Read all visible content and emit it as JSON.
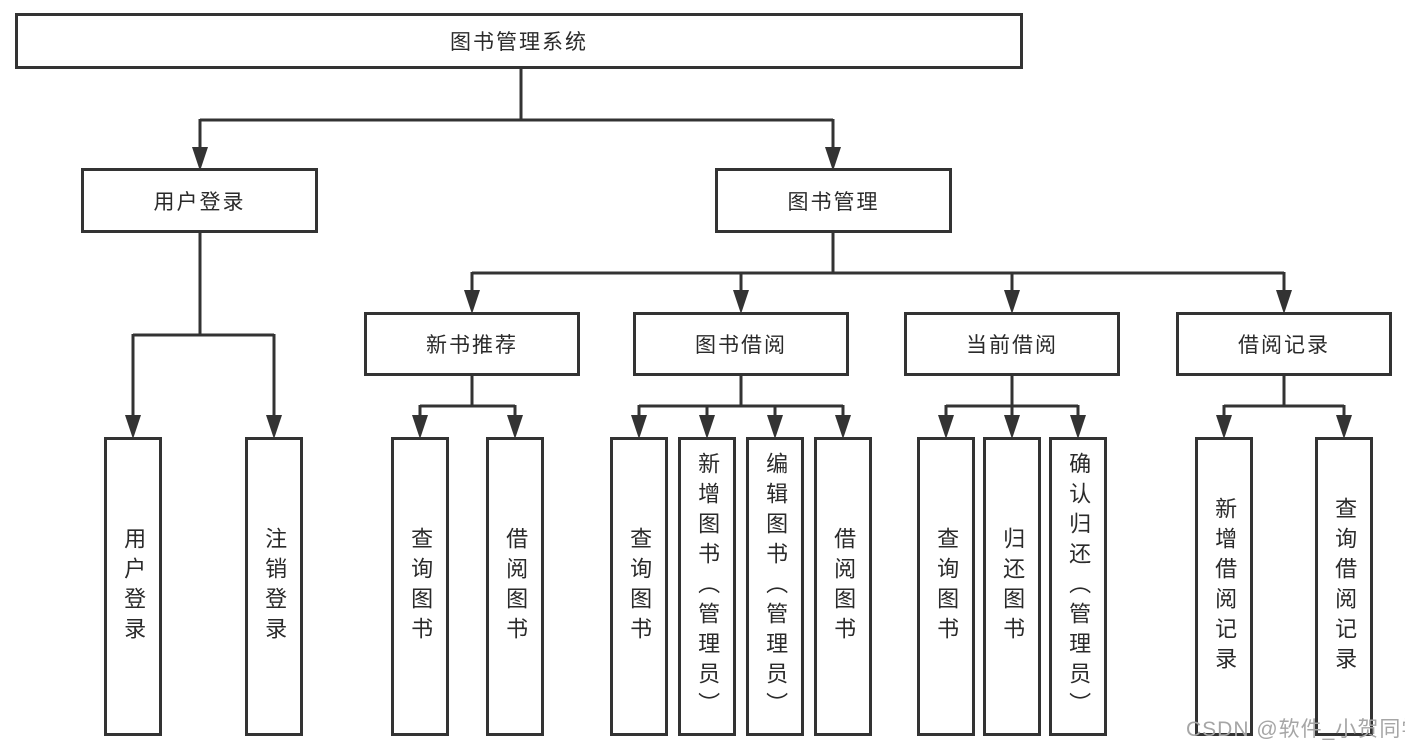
{
  "nodes": {
    "root": "图书管理系统",
    "user_login": "用户登录",
    "book_mgmt": "图书管理",
    "new_book_rec": "新书推荐",
    "book_borrow": "图书借阅",
    "current_borrow": "当前借阅",
    "borrow_records": "借阅记录",
    "ul_login": "用户登录",
    "ul_logout": "注销登录",
    "nb_query": "查询图书",
    "nb_borrow": "借阅图书",
    "bb_query": "查询图书",
    "bb_add": "新增图书（管理员）",
    "bb_edit": "编辑图书（管理员）",
    "bb_borrow": "借阅图书",
    "cb_query": "查询图书",
    "cb_return": "归还图书",
    "cb_confirm": "确认归还（管理员）",
    "br_add": "新增借阅记录",
    "br_query": "查询借阅记录"
  },
  "watermark": "CSDN @软件_小贺同学",
  "colors": {
    "line": "#333333",
    "text": "#2a2a2a",
    "background": "#ffffff",
    "watermark": "#a6a6a6"
  }
}
